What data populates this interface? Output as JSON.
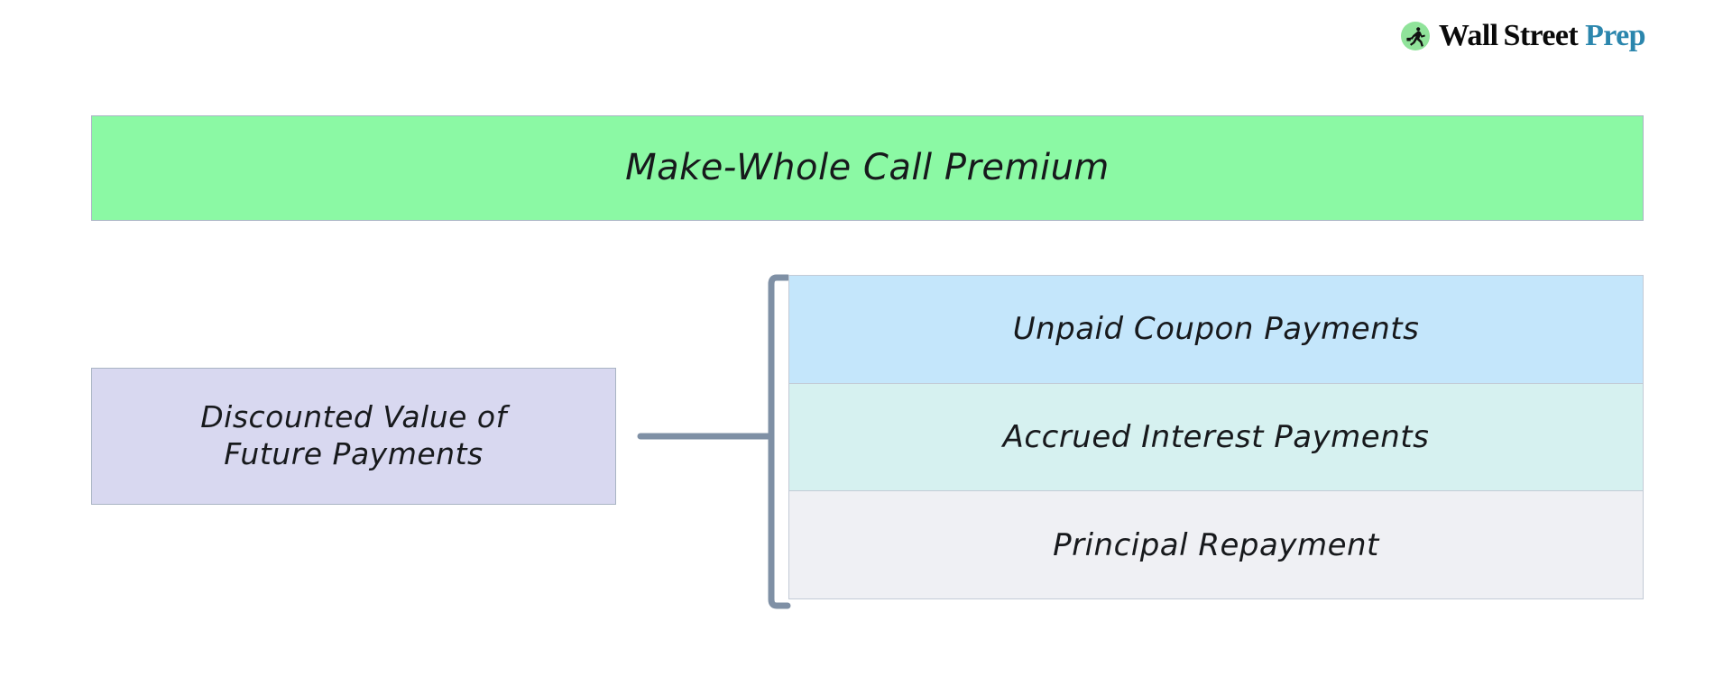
{
  "brand": {
    "icon_name": "wall-street-prep-runner-logo",
    "word_1": "Wall",
    "word_2": "Street",
    "word_3": "Prep",
    "mark_circle_color": "#90e39a",
    "word_color": "#0a0a0a",
    "accent_color": "#2b86ad"
  },
  "diagram": {
    "header": {
      "label": "Make-Whole Call Premium",
      "fill": "#8bf9a4",
      "border": "#a9b4c4"
    },
    "left_node": {
      "line_1": "Discounted Value of",
      "line_2": "Future Payments",
      "fill": "#d8d8f0",
      "border": "#a9b4c4"
    },
    "connector": {
      "style": "square-bracket",
      "color": "#7f90a5"
    },
    "components": [
      {
        "label": "Unpaid Coupon Payments",
        "fill": "#c4e6fb",
        "border": "#c3cbd6"
      },
      {
        "label": "Accrued Interest Payments",
        "fill": "#d6f1f0",
        "border": "#c3cbd6"
      },
      {
        "label": "Principal Repayment",
        "fill": "#eff0f4",
        "border": "#c3cbd6"
      }
    ]
  }
}
